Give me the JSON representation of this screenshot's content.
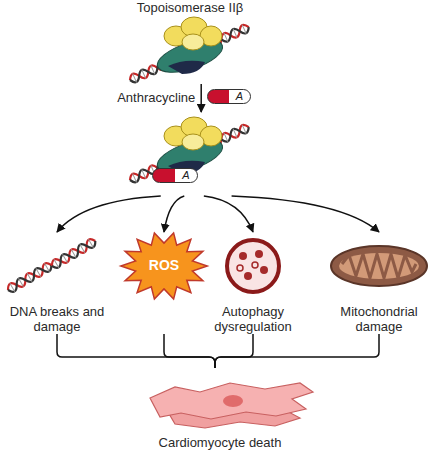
{
  "diagram": {
    "nodes": [
      {
        "text": [
          "Topoisomerase IIβ"
        ]
      },
      {
        "text": [
          "A"
        ]
      },
      {
        "text": [
          "A"
        ]
      },
      {
        "text": [
          "DNA breaks and damage"
        ]
      },
      {
        "text": [
          "ROS"
        ]
      },
      {
        "text": [
          "Autophagy dysregulation"
        ]
      },
      {
        "text": [
          "Mitochondrial damage"
        ]
      },
      {
        "text": [
          "Cardiomyocyte death"
        ]
      }
    ],
    "edges": [
      {
        "from": 0,
        "to": 2,
        "label": "Anthracycline",
        "arrow": "to"
      },
      {
        "from": 2,
        "to": 3,
        "arrow": "to"
      },
      {
        "from": 2,
        "to": 4,
        "arrow": "to"
      },
      {
        "from": 2,
        "to": 5,
        "arrow": "to"
      },
      {
        "from": 2,
        "to": 6,
        "arrow": "to"
      },
      {
        "from": 3,
        "to": 7,
        "arrow": "none"
      },
      {
        "from": 4,
        "to": 7,
        "arrow": "none"
      },
      {
        "from": 5,
        "to": 7,
        "arrow": "none"
      },
      {
        "from": 6,
        "to": 7,
        "arrow": "none"
      }
    ]
  }
}
